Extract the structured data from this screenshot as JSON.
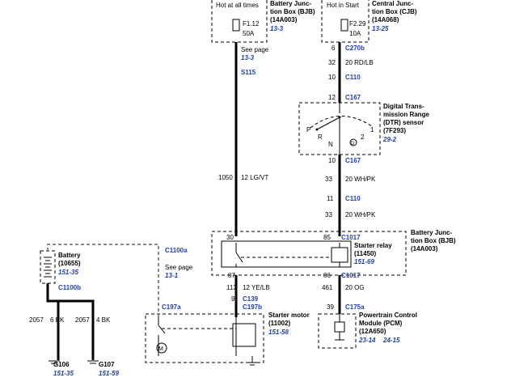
{
  "components": {
    "bjb_top": {
      "title": "Battery Junc-\ntion Box (BJB)\n(14A003)",
      "ref": "13-3",
      "label": "Hot at all times",
      "fuse": "F1.12",
      "rating": "50A"
    },
    "cjb_top": {
      "title": "Central Junc-\ntion Box (CJB)\n(14A068)",
      "ref": "13-25",
      "label": "Hot in Start",
      "fuse": "F2.29",
      "rating": "10A"
    },
    "dtr": {
      "title": "Digital Trans-\nmission Range\n(DTR) sensor\n(7F293)",
      "ref": "29-2",
      "positions": [
        "P",
        "R",
        "N",
        "D",
        "2",
        "1"
      ]
    },
    "bjb_mid": {
      "title": "Battery Junc-\ntion Box (BJB)\n(14A003)"
    },
    "relay": {
      "title": "Starter relay\n(11450)",
      "ref": "151-69"
    },
    "battery": {
      "title": "Battery\n(10655)",
      "ref": "151-35"
    },
    "starter": {
      "title": "Starter motor\n(11002)",
      "ref": "151-58"
    },
    "pcm": {
      "title": "Powertrain Control\nModule (PCM)\n(12A650)",
      "refs": [
        "23-14",
        "24-15"
      ]
    }
  },
  "connectors": [
    "C270b",
    "C110",
    "C167",
    "C167",
    "C110",
    "C1017",
    "C1017",
    "C139",
    "C175a",
    "C197a",
    "C197b",
    "C1100a",
    "C1100b",
    "S115"
  ],
  "wires": {
    "w_see_page": {
      "text": "See page",
      "ref": "13-3"
    },
    "w_see_page2": {
      "text": "See page",
      "ref": "13-1"
    },
    "w1050": {
      "circuit": "1050",
      "gauge_color": "12 LG/VT"
    },
    "w32": {
      "circuit": "32",
      "gauge_color": "20 RD/LB"
    },
    "w33a": {
      "circuit": "33",
      "gauge_color": "20 WH/PK"
    },
    "w33b": {
      "circuit": "33",
      "gauge_color": "20 WH/PK"
    },
    "w113": {
      "circuit": "113",
      "gauge_color": "12 YE/LB"
    },
    "w461": {
      "circuit": "461",
      "gauge_color": "20 OG"
    },
    "w2057a": {
      "circuit": "2057",
      "gauge_color": "6 BK"
    },
    "w2057b": {
      "circuit": "2057",
      "gauge_color": "4 BK"
    }
  },
  "pins": [
    "6",
    "10",
    "12",
    "10",
    "11",
    "30",
    "85",
    "87",
    "86",
    "9",
    "39"
  ],
  "grounds": [
    {
      "name": "G106",
      "ref": "151-35"
    },
    {
      "name": "G107",
      "ref": "151-59"
    }
  ]
}
